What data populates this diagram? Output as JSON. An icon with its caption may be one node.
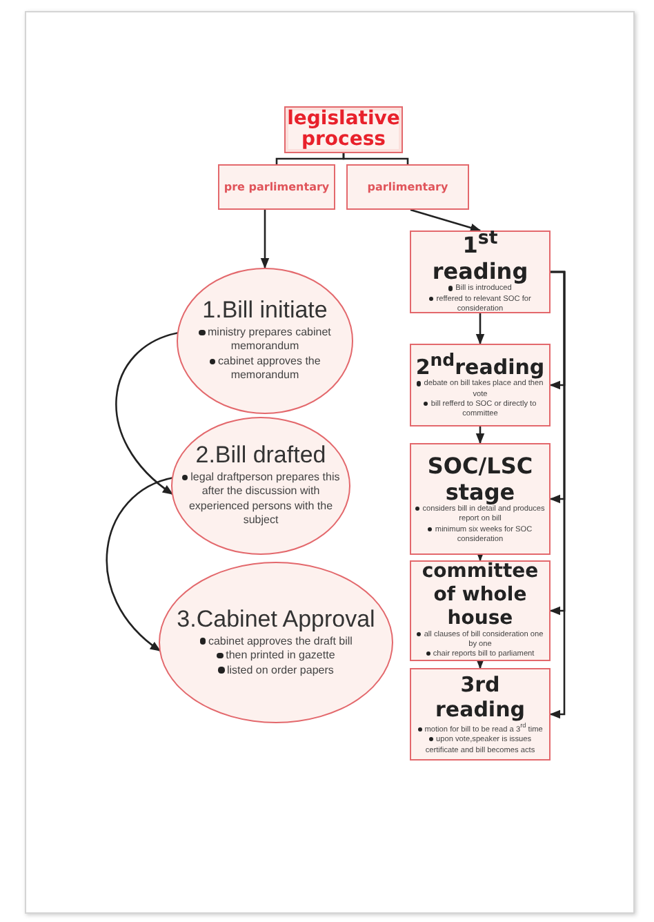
{
  "diagram": {
    "nodes": [
      {
        "text": [
          "legislative process"
        ]
      },
      {
        "text": [
          "pre parlimentary"
        ]
      },
      {
        "text": [
          "parlimentary"
        ]
      },
      {
        "text": [
          "1.Bill initiate",
          "ministry prepares cabinet memorandum",
          "cabinet approves the memorandum"
        ]
      },
      {
        "text": [
          "2.Bill drafted",
          "legal draftperson prepares this after the discussion with experienced persons with the subject"
        ]
      },
      {
        "text": [
          "3.Cabinet Approval",
          "cabinet approves the draft bill",
          "then printed in gazette",
          "listed on order papers"
        ]
      },
      {
        "text": [
          "1$^{st}$ reading",
          "Bill is introduced",
          "reffered to relevant SOC for consideration"
        ]
      },
      {
        "text": [
          "2$^{nd}$reading",
          "debate on bill takes place and then vote",
          "bill refferd to SOC or directly to committee"
        ]
      },
      {
        "text": [
          "SOC/LSC stage",
          "considers bill in detail and produces report on bill",
          "minimum six weeks for SOC consideration"
        ]
      },
      {
        "text": [
          "committee of whole house",
          "all clauses of bill consideration one by one",
          "chair reports bill to parliament"
        ]
      },
      {
        "text": [
          "3rd reading",
          "motion for bill to be read a 3$^{rd}$ time",
          "upon vote,speaker is issues certificate and bill becomes acts"
        ]
      }
    ],
    "edges": [
      {
        "from": 0,
        "to": 1,
        "arrow": "none"
      },
      {
        "from": 0,
        "to": 2,
        "arrow": "none"
      },
      {
        "from": 1,
        "to": 3,
        "arrow": "to"
      },
      {
        "from": 2,
        "to": 6,
        "arrow": "to"
      },
      {
        "from": 3,
        "to": 4,
        "arrow": "to"
      },
      {
        "from": 4,
        "to": 5,
        "arrow": "to"
      },
      {
        "from": 6,
        "to": 7,
        "arrow": "to"
      },
      {
        "from": 7,
        "to": 8,
        "arrow": "to"
      },
      {
        "from": 8,
        "to": 9,
        "arrow": "to"
      },
      {
        "from": 9,
        "to": 10,
        "arrow": "to"
      },
      {
        "from": 6,
        "to": 7,
        "arrow": "to"
      },
      {
        "from": 6,
        "to": 8,
        "arrow": "to"
      },
      {
        "from": 6,
        "to": 9,
        "arrow": "to"
      },
      {
        "from": 6,
        "to": 10,
        "arrow": "to"
      }
    ]
  }
}
